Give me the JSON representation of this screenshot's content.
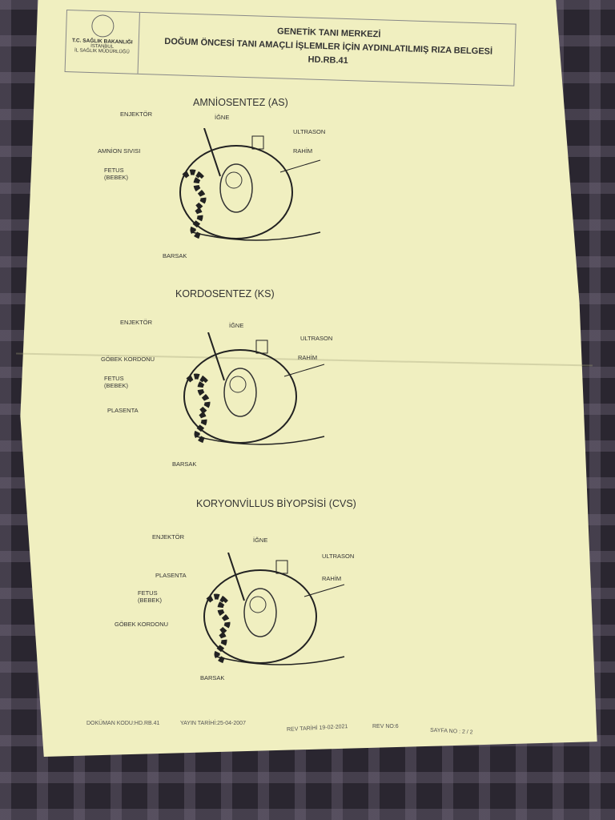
{
  "header": {
    "logo": {
      "ministry": "T.C. SAĞLIK BAKANLIĞI",
      "city": "İSTANBUL",
      "directorate": "İL SAĞLIK MÜDÜRLÜĞÜ"
    },
    "center": "GENETİK TANI MERKEZİ",
    "title": "DOĞUM ÖNCESİ TANI AMAÇLI İŞLEMLER İÇİN AYDINLATILMIŞ RIZA BELGESİ",
    "code": "HD.RB.41"
  },
  "sections": [
    {
      "title": "AMNİOSENTEZ  (AS)",
      "labels": [
        "ENJEKTÖR",
        "İĞNE",
        "ULTRASON",
        "RAHİM",
        "AMNİON SIVISI",
        "FETUS\n(BEBEK)",
        "BARSAK"
      ]
    },
    {
      "title": "KORDOSENTEZ  (KS)",
      "labels": [
        "ENJEKTÖR",
        "İĞNE",
        "ULTRASON",
        "RAHİM",
        "GÖBEK KORDONU",
        "FETUS\n(BEBEK)",
        "PLASENTA",
        "BARSAK"
      ]
    },
    {
      "title": "KORYONVİLLUS BİYOPSİSİ (CVS)",
      "labels": [
        "ENJEKTÖR",
        "İĞNE",
        "ULTRASON",
        "RAHİM",
        "PLASENTA",
        "FETUS\n(BEBEK)",
        "GÖBEK KORDONU",
        "BARSAK"
      ]
    }
  ],
  "footer": {
    "doc_code": "DOKÜMAN KODU:HD.RB.41",
    "publish_date": "YAYIN TARİHİ:25-04-2007",
    "rev_date": "REV TARİHİ 19-02-2021",
    "rev_no": "REV NO:6",
    "page": "SAYFA NO : 2 / 2"
  }
}
